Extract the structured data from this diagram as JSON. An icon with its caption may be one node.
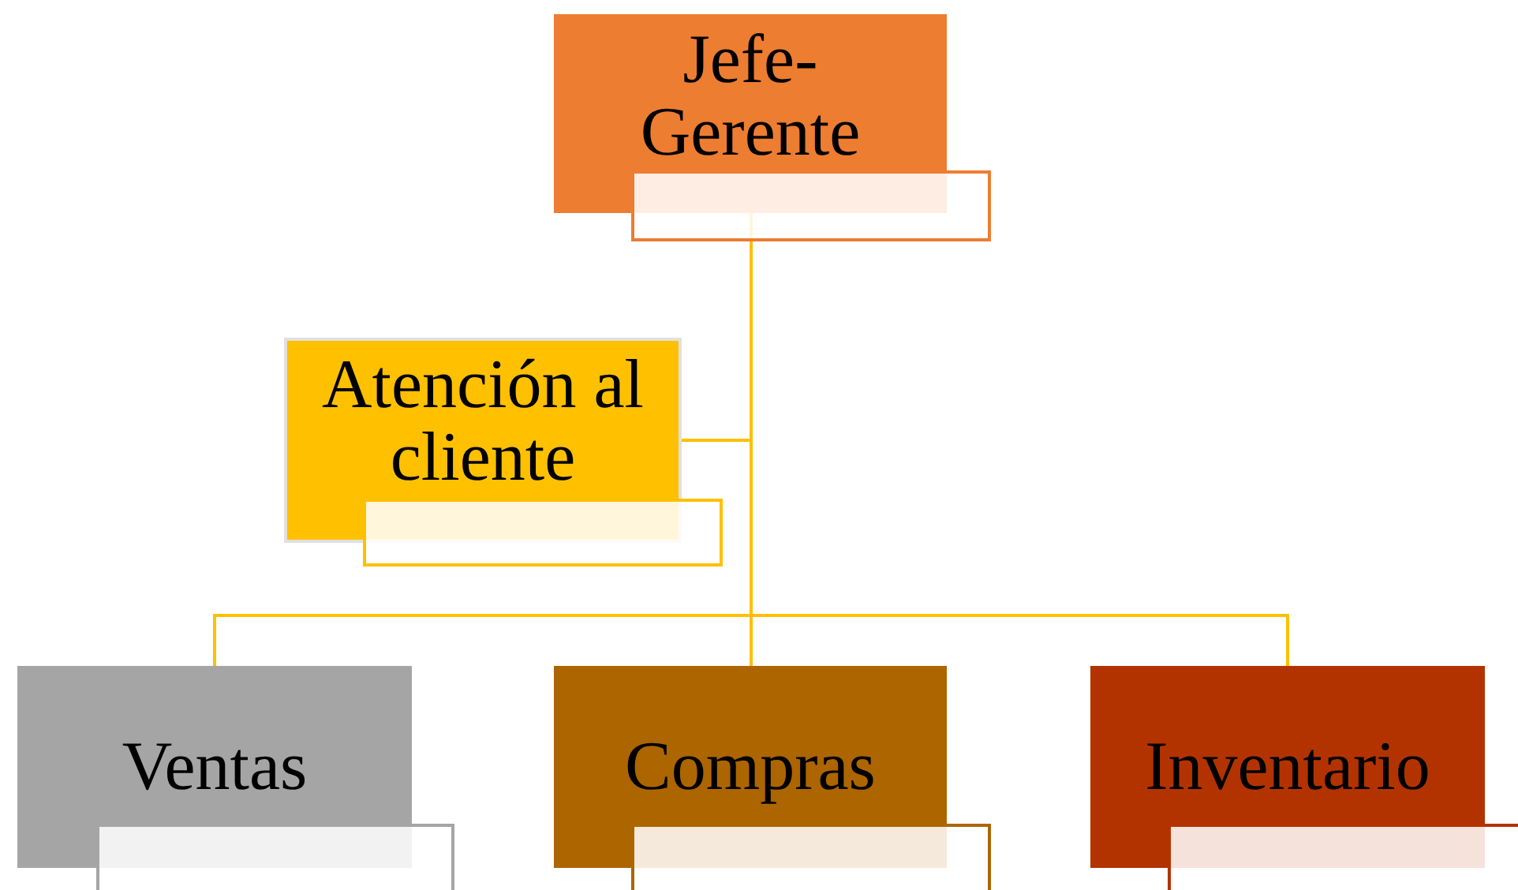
{
  "diagram": {
    "nodes": [
      {
        "text": [
          "Jefe-Gerente"
        ]
      },
      {
        "text": [
          "Atención al cliente"
        ]
      },
      {
        "text": [
          "Ventas"
        ]
      },
      {
        "text": [
          "Compras"
        ]
      },
      {
        "text": [
          "Inventario"
        ]
      }
    ],
    "edges": [
      {
        "from": 0,
        "to": 1,
        "arrow": "none"
      },
      {
        "from": 0,
        "to": 2,
        "arrow": "none"
      },
      {
        "from": 0,
        "to": 3,
        "arrow": "none"
      },
      {
        "from": 0,
        "to": 4,
        "arrow": "none"
      }
    ]
  }
}
